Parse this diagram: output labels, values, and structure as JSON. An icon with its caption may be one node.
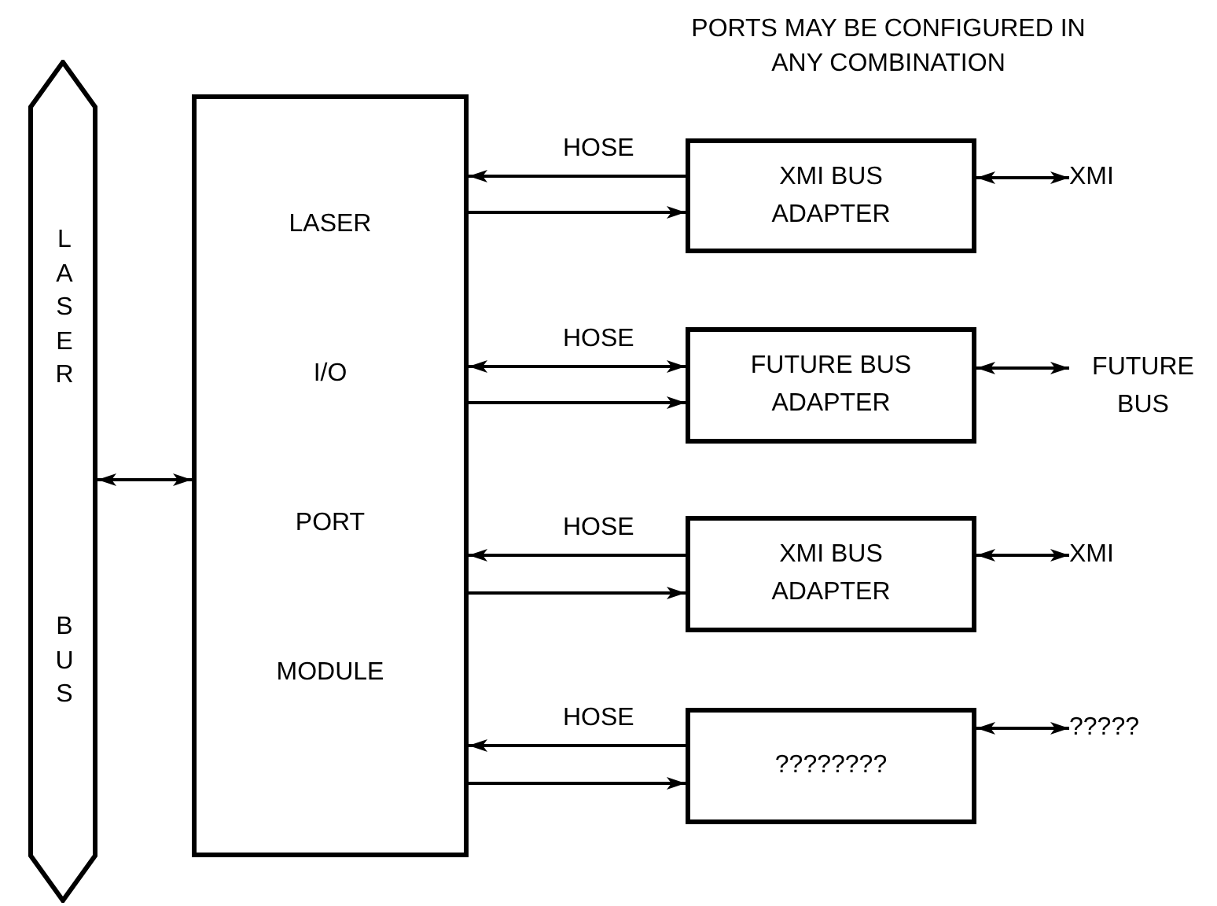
{
  "diagram": {
    "nodes": [
      {
        "text": [
          "LASER",
          "BUS"
        ]
      },
      {
        "text": [
          "LASER",
          "I/O",
          "PORT",
          "MODULE"
        ]
      },
      {
        "text": [
          "XMI BUS ADAPTER"
        ]
      },
      {
        "text": [
          "XMI"
        ]
      },
      {
        "text": [
          "FUTURE BUS ADAPTER"
        ]
      },
      {
        "text": [
          "FUTURE BUS"
        ]
      },
      {
        "text": [
          "XMI BUS ADAPTER"
        ]
      },
      {
        "text": [
          "XMI"
        ]
      },
      {
        "text": [
          "????????"
        ]
      },
      {
        "text": [
          "?????"
        ]
      }
    ],
    "edges": [
      {
        "from": 0,
        "to": 1,
        "arrow": "both"
      },
      {
        "from": 2,
        "to": 1,
        "arrow": "to",
        "label": "HOSE"
      },
      {
        "from": 1,
        "to": 2,
        "arrow": "to"
      },
      {
        "from": 4,
        "to": 1,
        "arrow": "both",
        "label": "HOSE"
      },
      {
        "from": 1,
        "to": 4,
        "arrow": "to"
      },
      {
        "from": 6,
        "to": 1,
        "arrow": "to",
        "label": "HOSE"
      },
      {
        "from": 1,
        "to": 6,
        "arrow": "to"
      },
      {
        "from": 8,
        "to": 1,
        "arrow": "to",
        "label": "HOSE"
      },
      {
        "from": 1,
        "to": 8,
        "arrow": "to"
      },
      {
        "from": 2,
        "to": 3,
        "arrow": "both"
      },
      {
        "from": 4,
        "to": 5,
        "arrow": "both"
      },
      {
        "from": 6,
        "to": 7,
        "arrow": "both"
      },
      {
        "from": 8,
        "to": 9,
        "arrow": "both"
      }
    ],
    "labels": [
      "PORTS MAY BE CONFIGURED IN ANY COMBINATION"
    ]
  }
}
